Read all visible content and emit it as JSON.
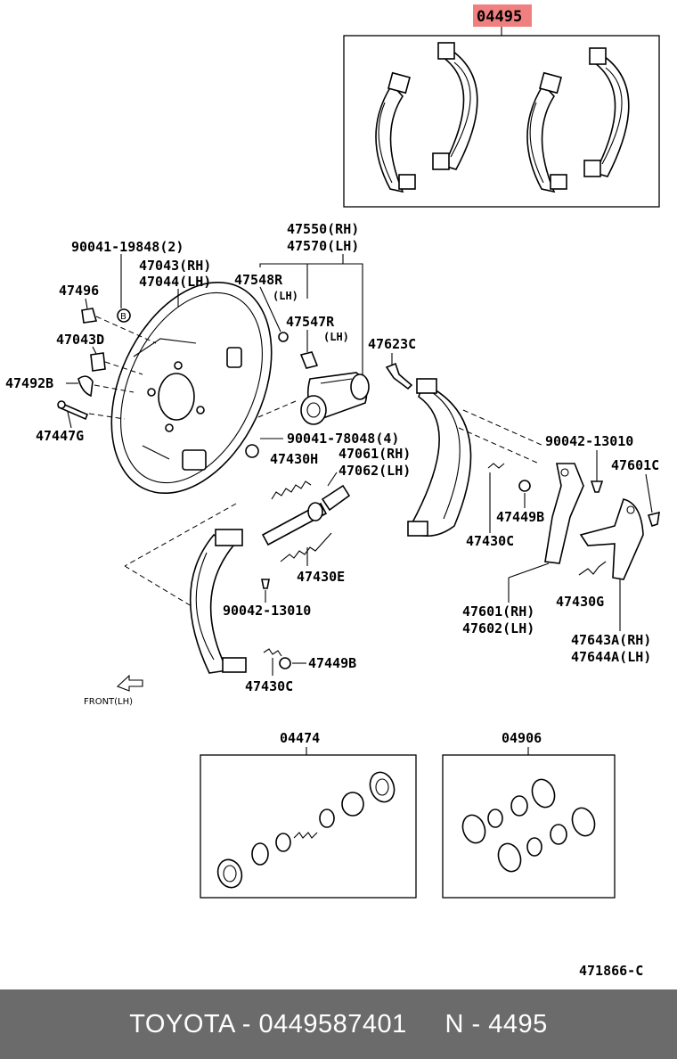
{
  "labels": {
    "kit_shoes": "04495",
    "b_90041_19848": "90041-19848(2)",
    "b_47043": "47043(RH)",
    "b_47044": "47044(LH)",
    "b_47496": "47496",
    "b_47043D": "47043D",
    "b_47492B": "47492B",
    "b_47447G": "47447G",
    "c_47550": "47550(RH)",
    "c_47570": "47570(LH)",
    "c_47548R": "47548R",
    "c_47548R_lh": "(LH)",
    "c_47547R": "47547R",
    "c_47547R_lh": "(LH)",
    "c_47623C": "47623C",
    "c_90041_78048": "90041-78048(4)",
    "c_47430H": "47430H",
    "c_47061": "47061(RH)",
    "c_47062": "47062(LH)",
    "c_47430E": "47430E",
    "r_90042_13010": "90042-13010",
    "r_47601C": "47601C",
    "r_47449B": "47449B",
    "r_47430C": "47430C",
    "r_47601": "47601(RH)",
    "r_47602": "47602(LH)",
    "r_47430G": "47430G",
    "r_47643A": "47643A(RH)",
    "r_47644A": "47644A(LH)",
    "l_90042_13010": "90042-13010",
    "l_47449B": "47449B",
    "l_47430C": "47430C",
    "front": "FRONT(LH)",
    "kit_wheel_cyl": "04474",
    "kit_cup": "04906",
    "illustration_no": "471866-C",
    "marker_b": "B"
  },
  "footer": {
    "text": "TOYOTA - 0449587401     N - 4495"
  },
  "colors": {
    "highlight": "#f08080",
    "footer_bg": "#6b6b6b",
    "footer_text": "#ffffff"
  }
}
